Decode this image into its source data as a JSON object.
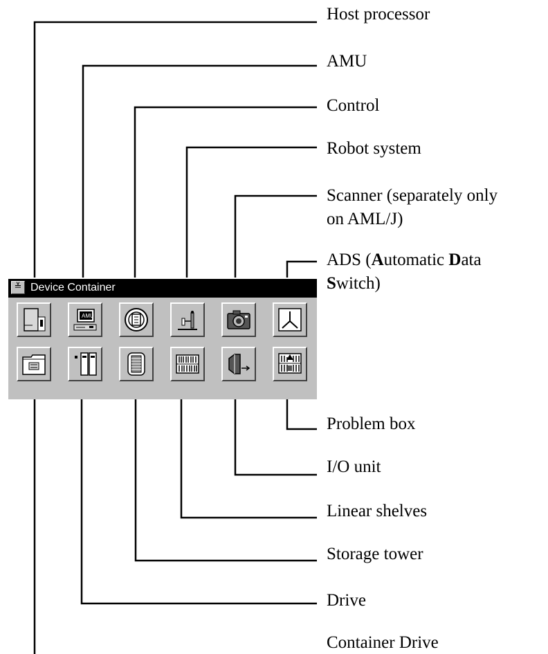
{
  "window": {
    "title": "Device Container",
    "system_menu_glyph": "≚"
  },
  "tiles": [
    {
      "icon": "host-processor-icon"
    },
    {
      "icon": "amu-icon"
    },
    {
      "icon": "control-icon"
    },
    {
      "icon": "robot-system-icon"
    },
    {
      "icon": "scanner-icon"
    },
    {
      "icon": "ads-icon"
    },
    {
      "icon": "container-drive-icon"
    },
    {
      "icon": "drive-icon"
    },
    {
      "icon": "storage-tower-icon"
    },
    {
      "icon": "linear-shelves-icon"
    },
    {
      "icon": "io-unit-icon"
    },
    {
      "icon": "problem-box-icon"
    }
  ],
  "labels": {
    "host_processor": "Host processor",
    "amu": "AMU",
    "control": "Control",
    "robot_system": "Robot system",
    "scanner_line1": "Scanner (separately only",
    "scanner_line2": "on AML/J)",
    "ads_prefix": "ADS (",
    "ads_a": "A",
    "ads_utomatic": "utomatic ",
    "ads_d": "D",
    "ads_ata": "ata",
    "ads_s": "S",
    "ads_witch": "witch)",
    "problem_box": "Problem box",
    "io_unit": "I/O unit",
    "linear_shelves": "Linear shelves",
    "storage_tower": "Storage tower",
    "drive": "Drive",
    "container_drive": "Container Drive"
  }
}
